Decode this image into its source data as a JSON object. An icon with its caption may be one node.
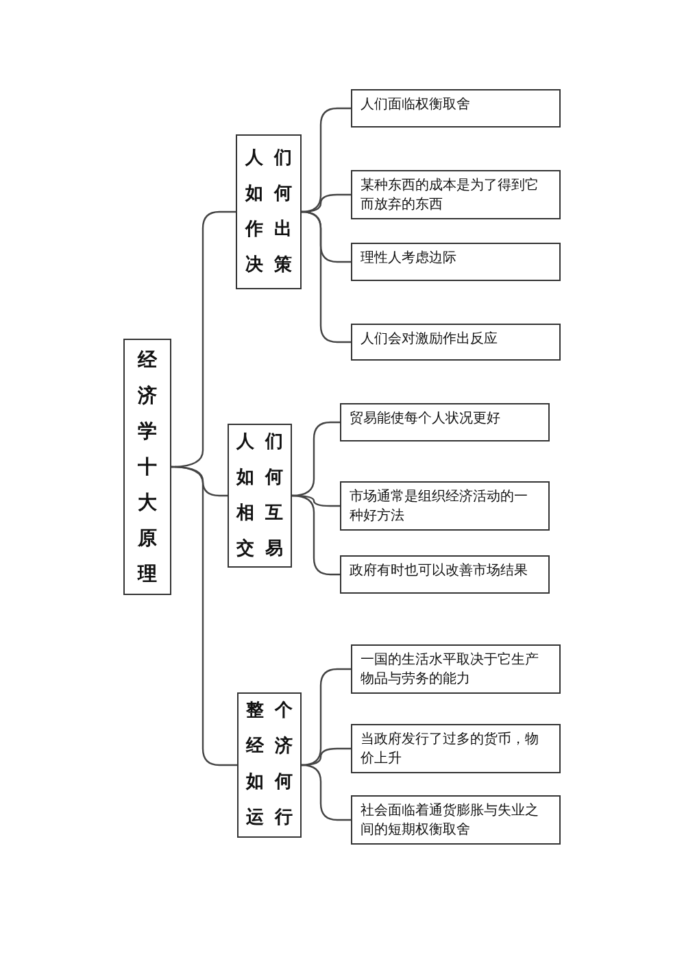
{
  "diagram": {
    "nodes": [
      {
        "text": [
          "经济学十大原理"
        ]
      },
      {
        "text": [
          "人们如何作出决策"
        ]
      },
      {
        "text": [
          "人们面临权衡取舍"
        ]
      },
      {
        "text": [
          "某种东西的成本是为了得到它而放弃的东西"
        ]
      },
      {
        "text": [
          "理性人考虑边际"
        ]
      },
      {
        "text": [
          "人们会对激励作出反应"
        ]
      },
      {
        "text": [
          "人们如何相互交易"
        ]
      },
      {
        "text": [
          "贸易能使每个人状况更好"
        ]
      },
      {
        "text": [
          "市场通常是组织经济活动的一种好方法"
        ]
      },
      {
        "text": [
          "政府有时也可以改善市场结果"
        ]
      },
      {
        "text": [
          "整个经济如何运行"
        ]
      },
      {
        "text": [
          "一国的生活水平取决于它生产物品与劳务的能力"
        ]
      },
      {
        "text": [
          "当政府发行了过多的货币，物价上升"
        ]
      },
      {
        "text": [
          "社会面临着通货膨胀与失业之间的短期权衡取舍"
        ]
      }
    ],
    "edges": [
      {
        "from": 0,
        "to": 1,
        "arrow": "none"
      },
      {
        "from": 0,
        "to": 6,
        "arrow": "none"
      },
      {
        "from": 0,
        "to": 10,
        "arrow": "none"
      },
      {
        "from": 1,
        "to": 2,
        "arrow": "none"
      },
      {
        "from": 1,
        "to": 3,
        "arrow": "none"
      },
      {
        "from": 1,
        "to": 4,
        "arrow": "none"
      },
      {
        "from": 1,
        "to": 5,
        "arrow": "none"
      },
      {
        "from": 6,
        "to": 7,
        "arrow": "none"
      },
      {
        "from": 6,
        "to": 8,
        "arrow": "none"
      },
      {
        "from": 6,
        "to": 9,
        "arrow": "none"
      },
      {
        "from": 10,
        "to": 11,
        "arrow": "none"
      },
      {
        "from": 10,
        "to": 12,
        "arrow": "none"
      },
      {
        "from": 10,
        "to": 13,
        "arrow": "none"
      }
    ]
  }
}
